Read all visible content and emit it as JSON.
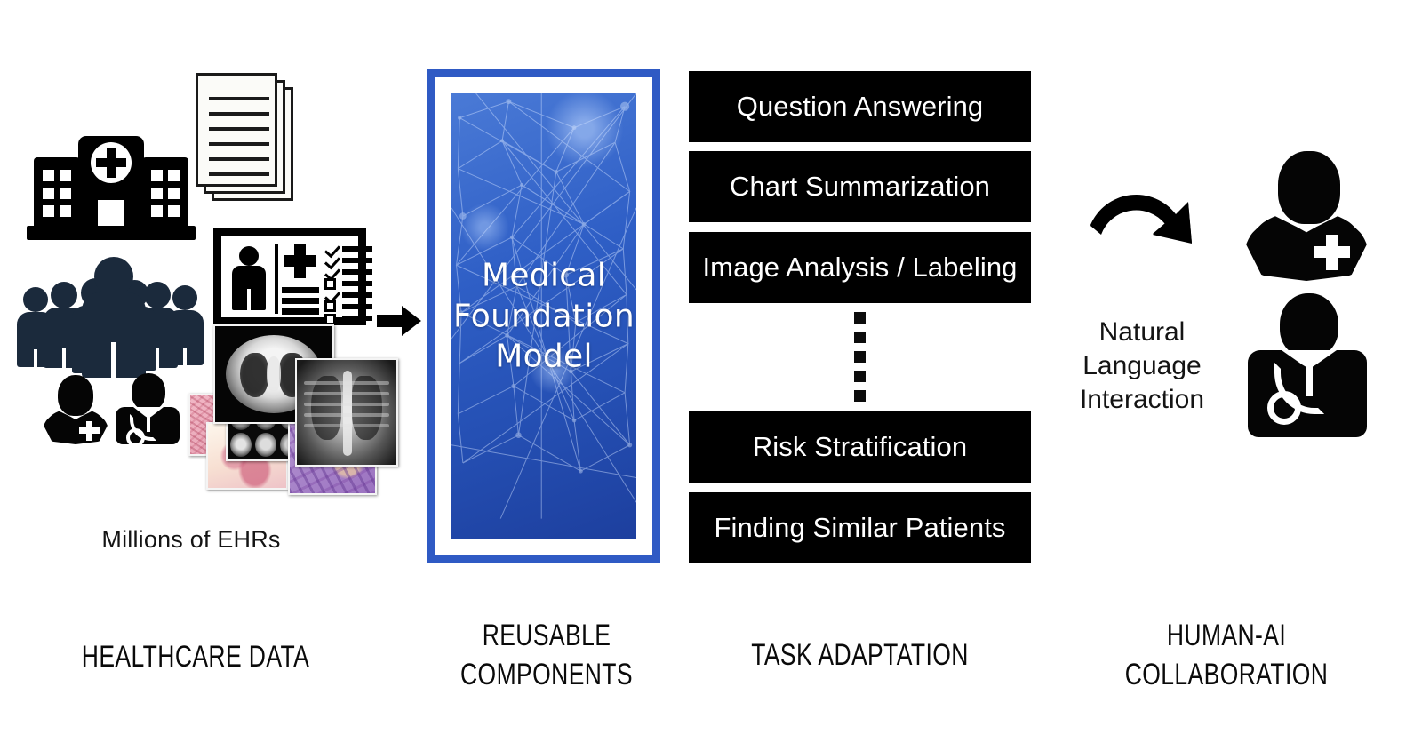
{
  "diagram": {
    "title": "Medical Foundation Model pipeline",
    "background": "#ffffff"
  },
  "columns": [
    {
      "id": "healthcare-data",
      "caption": "HEALTHCARE DATA"
    },
    {
      "id": "reusable-components",
      "caption": "REUSABLE\nCOMPONENTS"
    },
    {
      "id": "task-adaptation",
      "caption": "TASK ADAPTATION"
    },
    {
      "id": "human-ai",
      "caption": "HUMAN-AI\nCOLLABORATION"
    }
  ],
  "healthcare_data": {
    "caption": "HEALTHCARE DATA",
    "subcaption": "Millions of EHRs",
    "icons": [
      {
        "name": "hospital-icon",
        "label": "Hospital"
      },
      {
        "name": "documents-stack-icon",
        "label": "Stack of documents"
      },
      {
        "name": "crowd-icon",
        "label": "Crowd of patients"
      },
      {
        "name": "patient-chart-icon",
        "label": "Patient chart with checklist"
      },
      {
        "name": "nurse-icon",
        "label": "Nurse"
      },
      {
        "name": "doctor-icon",
        "label": "Doctor with stethoscope"
      },
      {
        "name": "medical-images-icon",
        "label": "Medical imaging collage"
      }
    ],
    "medical_images": [
      {
        "name": "ct-scan-image",
        "label": "Chest CT scan"
      },
      {
        "name": "chest-xray-image",
        "label": "Chest X-ray"
      },
      {
        "name": "histology-pink-image",
        "label": "Histology slide (pink)"
      },
      {
        "name": "brain-mri-image",
        "label": "Brain MRI panel"
      },
      {
        "name": "histology-purple-image",
        "label": "Histology slide (purple)"
      },
      {
        "name": "tissue-slide-image",
        "label": "Tissue slide"
      }
    ],
    "colors": {
      "crowd": "#1b2a3c",
      "icon": "#000000"
    }
  },
  "flow_arrow": {
    "name": "flow-arrow-icon",
    "direction": "right",
    "color": "#000000"
  },
  "foundation_model": {
    "caption": "REUSABLE\nCOMPONENTS",
    "label": "Medical\nFoundation\nModel",
    "border_color": "#2f5ac4",
    "fill_color": "#2550b4",
    "text_color": "#ffffff"
  },
  "task_adaptation": {
    "caption": "TASK ADAPTATION",
    "ellipsis_dots": 5,
    "box_color": "#000000",
    "text_color": "#ffffff",
    "tasks_top": [
      "Question Answering",
      "Chart Summarization",
      "Image Analysis / Labeling"
    ],
    "tasks_bottom": [
      "Risk Stratification",
      "Finding Similar Patients"
    ]
  },
  "human_ai": {
    "caption": "HUMAN-AI\nCOLLABORATION",
    "interaction_label": "Natural\nLanguage\nInteraction",
    "icons": [
      {
        "name": "cycle-arrows-icon",
        "label": "Two-way exchange arrows"
      },
      {
        "name": "nurse-icon",
        "label": "Nurse"
      },
      {
        "name": "doctor-icon",
        "label": "Doctor with stethoscope"
      }
    ]
  }
}
